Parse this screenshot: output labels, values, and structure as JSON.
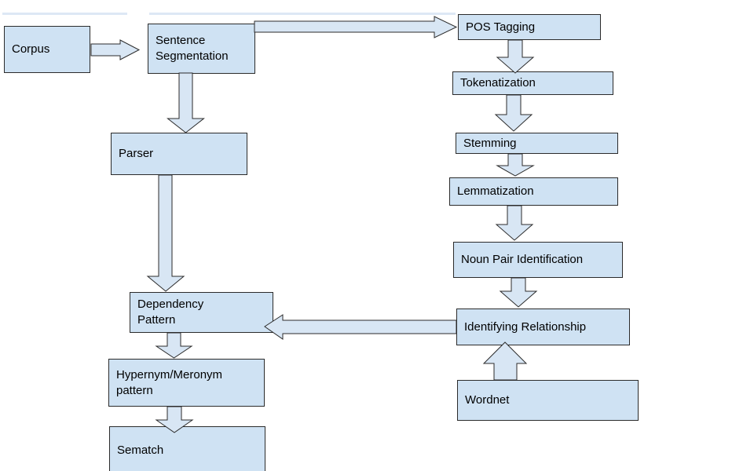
{
  "diagram": {
    "type": "flowchart",
    "description": "NLP processing pipeline flowchart",
    "colors": {
      "background": "#ffffff",
      "node_fill": "#cfe2f3",
      "node_border": "#2b2b2b",
      "arrow_fill": "#d8e6f4",
      "arrow_border": "#2b2b2b",
      "text": "#000000"
    },
    "nodes": [
      {
        "id": "corpus",
        "label": "Corpus"
      },
      {
        "id": "sentence-segmentation",
        "label": "Sentence\nSegmentation"
      },
      {
        "id": "pos-tagging",
        "label": "POS Tagging"
      },
      {
        "id": "tokenatization",
        "label": "Tokenatization"
      },
      {
        "id": "stemming",
        "label": "Stemming"
      },
      {
        "id": "lemmatization",
        "label": "Lemmatization"
      },
      {
        "id": "noun-pair-identification",
        "label": "Noun Pair Identification"
      },
      {
        "id": "identifying-relationship",
        "label": "Identifying Relationship"
      },
      {
        "id": "wordnet",
        "label": "Wordnet"
      },
      {
        "id": "parser",
        "label": "Parser"
      },
      {
        "id": "dependency-pattern",
        "label": "Dependency\nPattern"
      },
      {
        "id": "hypernym-meronym-pattern",
        "label": "Hypernym/Meronym\npattern"
      },
      {
        "id": "sematch",
        "label": "Sematch"
      }
    ],
    "edges": [
      {
        "from": "corpus",
        "to": "sentence-segmentation",
        "direction": "right"
      },
      {
        "from": "sentence-segmentation",
        "to": "pos-tagging",
        "direction": "right"
      },
      {
        "from": "sentence-segmentation",
        "to": "parser",
        "direction": "down"
      },
      {
        "from": "pos-tagging",
        "to": "tokenatization",
        "direction": "down"
      },
      {
        "from": "tokenatization",
        "to": "stemming",
        "direction": "down"
      },
      {
        "from": "stemming",
        "to": "lemmatization",
        "direction": "down"
      },
      {
        "from": "lemmatization",
        "to": "noun-pair-identification",
        "direction": "down"
      },
      {
        "from": "noun-pair-identification",
        "to": "identifying-relationship",
        "direction": "down"
      },
      {
        "from": "identifying-relationship",
        "to": "dependency-pattern",
        "direction": "left"
      },
      {
        "from": "wordnet",
        "to": "identifying-relationship",
        "direction": "up"
      },
      {
        "from": "parser",
        "to": "dependency-pattern",
        "direction": "down"
      },
      {
        "from": "dependency-pattern",
        "to": "hypernym-meronym-pattern",
        "direction": "down"
      },
      {
        "from": "hypernym-meronym-pattern",
        "to": "sematch",
        "direction": "down"
      }
    ]
  }
}
